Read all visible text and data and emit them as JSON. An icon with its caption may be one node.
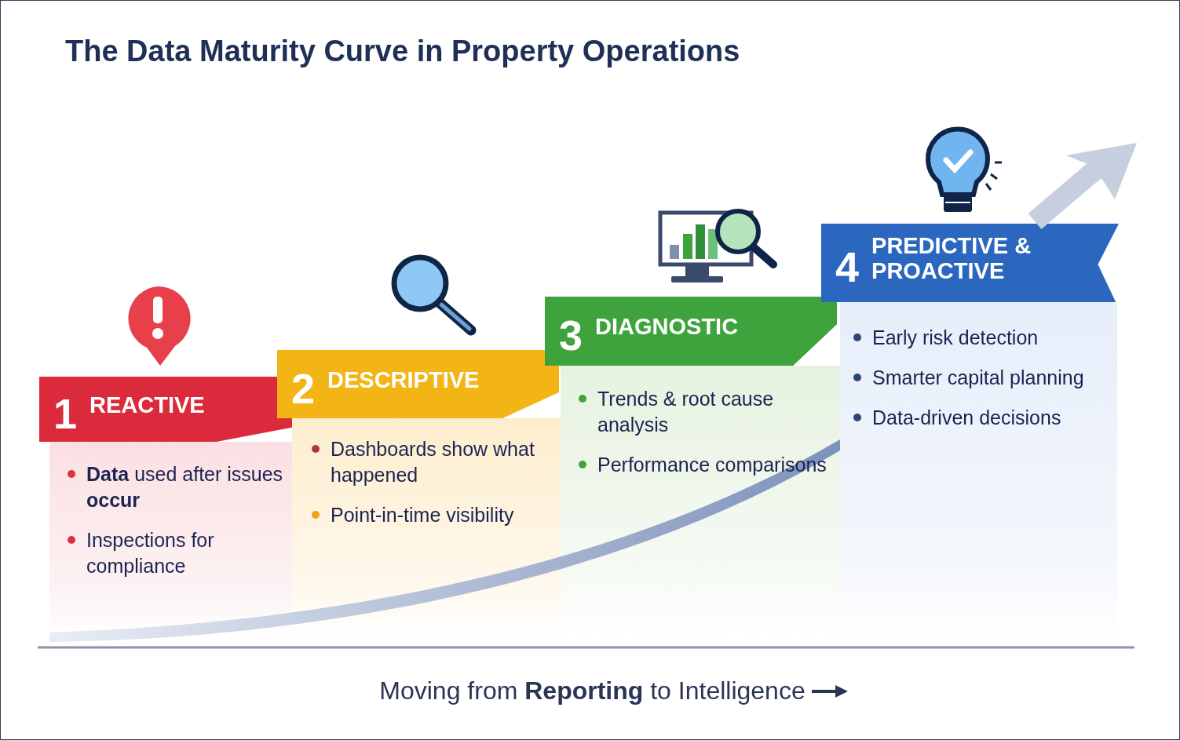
{
  "diagram": {
    "title": "The Data Maturity Curve in Property Operations",
    "nodes": [
      {
        "text": [
          "1",
          "REACTIVE",
          "**Data** used after issues **occur**",
          "Inspections for compliance"
        ]
      },
      {
        "text": [
          "2",
          "DESCRIPTIVE",
          "Dashboards show what happened",
          "Point-in-time visibility"
        ]
      },
      {
        "text": [
          "3",
          "DIAGNOSTIC",
          "Trends & root cause analysis",
          "Performance comparisons"
        ]
      },
      {
        "text": [
          "4",
          "PREDICTIVE & PROACTIVE",
          "Early risk detection",
          "Smarter capital planning",
          "Data-driven decisions"
        ]
      }
    ],
    "labels": [
      "Moving from **Reporting** to Intelligence"
    ]
  }
}
